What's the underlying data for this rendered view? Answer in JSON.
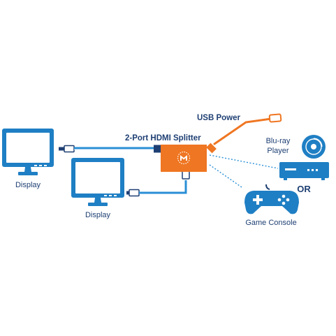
{
  "labels": {
    "display_left": "Display",
    "display_center": "Display",
    "splitter": "2-Port HDMI Splitter",
    "usb_power": "USB Power",
    "bluray": [
      "Blu-ray",
      "Player"
    ],
    "or": "OR",
    "game_console": "Game Console"
  },
  "colors": {
    "device_blue": "#1f7fc4",
    "screen_inner": "#ffffff",
    "splitter_orange": "#ef7622",
    "text_navy": "#1e3f73",
    "cable_dark": "#1e3f73",
    "dotted_line": "#2a8fd6"
  },
  "icons": {
    "splitter_logo": "manhattan-m-logo-icon",
    "bluray": "disc-player-icon",
    "console": "gamepad-icon",
    "monitor": "monitor-icon"
  }
}
